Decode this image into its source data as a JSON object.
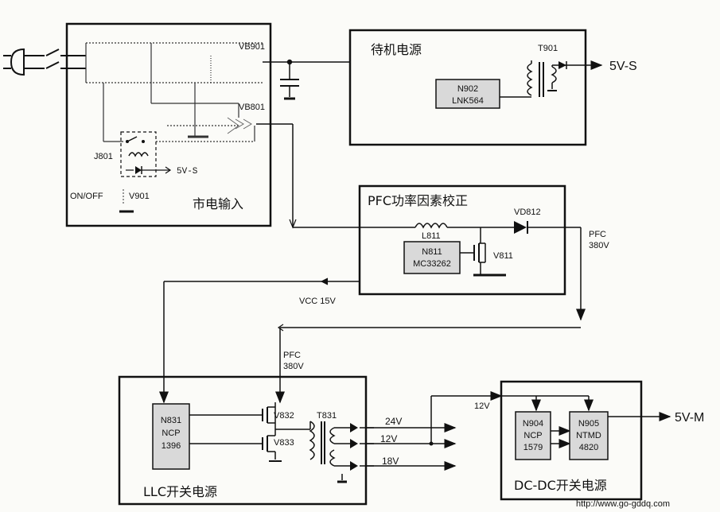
{
  "blocks": {
    "mains": {
      "title": "市电输入",
      "label_vb901": "VB901",
      "label_vb801": "VB801",
      "label_j801": "J801",
      "label_5vs": "5V-S",
      "label_onoff": "ON/OFF",
      "label_v901": "V901"
    },
    "standby": {
      "title": "待机电源",
      "chip_name": "N902",
      "chip_part": "LNK564",
      "transformer": "T901"
    },
    "pfc": {
      "title": "PFC功率因素校正",
      "inductor": "L811",
      "chip_name": "N811",
      "chip_part": "MC33262",
      "mosfet": "V811",
      "diode": "VD812"
    },
    "llc": {
      "title": "LLC开关电源",
      "chip_name": "N831",
      "chip_line2": "NCP",
      "chip_line3": "1396",
      "mosfet_hi": "V832",
      "mosfet_lo": "V833",
      "transformer": "T831"
    },
    "dcdc": {
      "title": "DC-DC开关电源",
      "chip1_name": "N904",
      "chip1_line2": "NCP",
      "chip1_line3": "1579",
      "chip2_name": "N905",
      "chip2_line2": "NTMD",
      "chip2_line3": "4820"
    }
  },
  "signals": {
    "out_5vs": "5V-S",
    "pfc_out_1": "PFC",
    "pfc_out_2": "380V",
    "vcc": "VCC  15V",
    "pfc_in_1": "PFC",
    "pfc_in_2": "380V",
    "v24": "24V",
    "v12": "12V",
    "v18": "18V",
    "dcdc_in": "12V",
    "out_5vm": "5V-M"
  },
  "watermark": "http://www.go-gddq.com"
}
